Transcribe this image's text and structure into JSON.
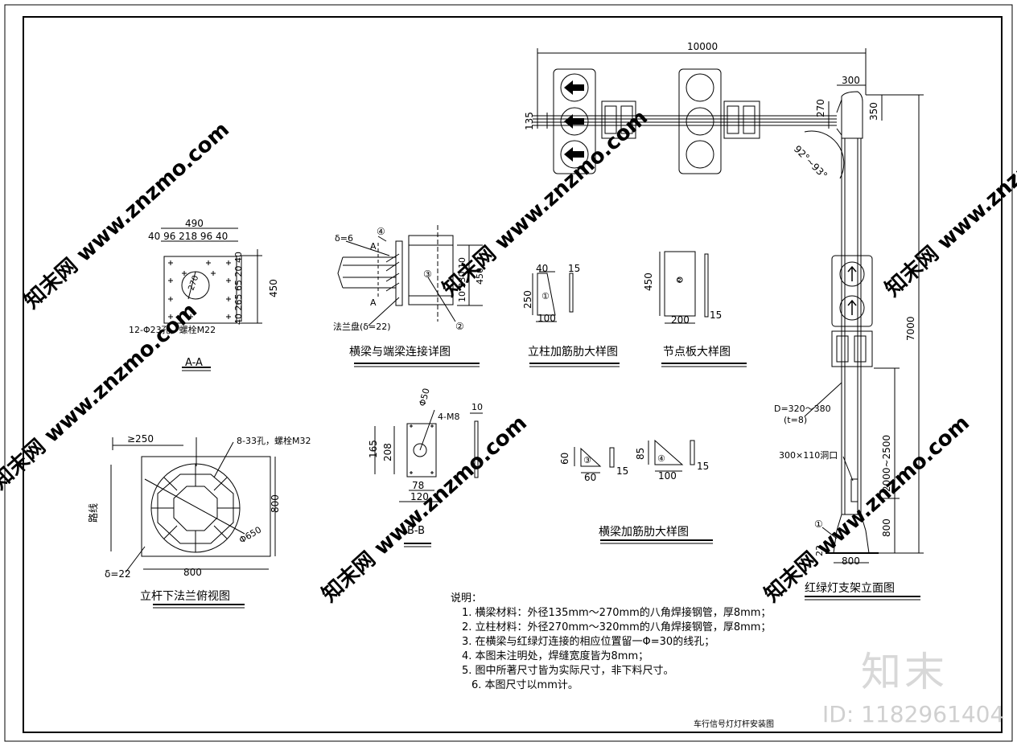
{
  "titles": {
    "aa": "A-A",
    "beam_joint": "横梁与端梁连接详图",
    "column_rib": "立柱加筋肋大样图",
    "node_plate": "节点板大样图",
    "flange_plan": "立杆下法兰俯视图",
    "bb": "B-B",
    "beam_rib": "横梁加筋肋大样图",
    "elevation": "红绿灯支架立面图"
  },
  "aa_view": {
    "dim_total": "490",
    "dim_parts": "40 96 218 96 40",
    "dim_height": "450",
    "dim_right": "40 265 65 20 40",
    "phi": "270",
    "note": "12-Φ23孔，螺栓M22"
  },
  "beam_joint": {
    "delta": "δ=6",
    "flange": "法兰盘(δ=22)",
    "dim": "10 230 10",
    "dim_h": "450",
    "mark_a": "A",
    "circle4": "④",
    "circle3": "③",
    "circle2": "②"
  },
  "column_rib": {
    "w_top": "40",
    "h": "250",
    "w_bottom": "100",
    "t": "15",
    "mark": "①"
  },
  "node_plate": {
    "h": "450",
    "w": "200",
    "t": "15",
    "mark": "②"
  },
  "flange_plan": {
    "edge": "≥250",
    "bolts": "8-33孔，螺栓M32",
    "road": "路线",
    "size": "800",
    "side": "800",
    "dia": "Φ650",
    "delta": "δ=22"
  },
  "bb_view": {
    "phi": "Φ50",
    "holes": "4-M8",
    "t": "10",
    "h1": "165",
    "h2": "208",
    "w1": "78",
    "w2": "120"
  },
  "beam_rib": {
    "r3_h": "60",
    "r3_w": "60",
    "r3_t": "15",
    "r3_mark": "③",
    "r4_h": "85",
    "r4_w": "100",
    "r4_t": "15",
    "r4_mark": "④"
  },
  "elevation": {
    "span": "10000",
    "d135": "135",
    "d300": "300",
    "d270": "270",
    "d350": "350",
    "angle": "92°~93°",
    "height": "7000",
    "pole_note": "D=320～380",
    "pole_t": "(t=8)",
    "hole": "300×110洞口",
    "hole_h": "2000~2500",
    "base_h": "800",
    "base_w": "800",
    "d22": "22",
    "mark1": "①"
  },
  "notes": {
    "head": "说明：",
    "items": [
      "1. 横梁材料：外径135mm～270mm的八角焊接钢管，厚8mm；",
      "2. 立柱材料：外径270mm～320mm的八角焊接钢管，厚8mm；",
      "3. 在横梁与红绿灯连接的相应位置留一Φ=30的线孔；",
      "4. 本图未注明处，焊缝宽度皆为8mm；",
      "5. 图中所著尺寸皆为实际尺寸，非下料尺寸。",
      "6. 本图尺寸以mm计。"
    ]
  },
  "footer": "车行信号灯灯杆安装图",
  "brand": "知末",
  "id_tag": "ID: 1182961404",
  "watermark": "知末网 www.znzmo.com"
}
